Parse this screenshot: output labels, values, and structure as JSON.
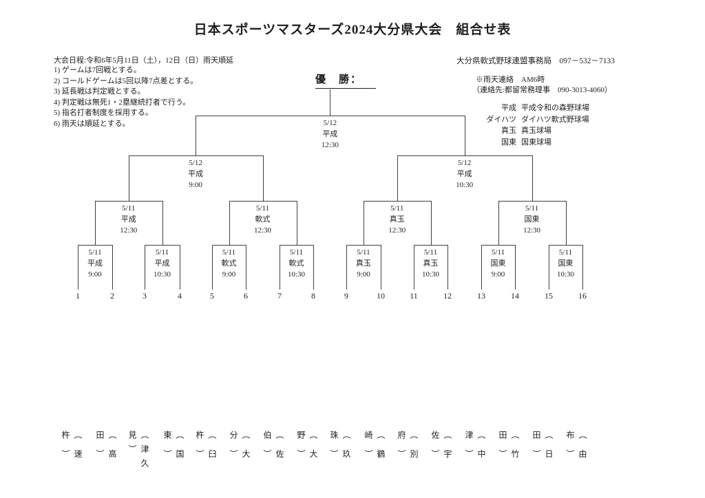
{
  "title": "日本スポーツマスターズ2024大分県大会　組合せ表",
  "notes": {
    "schedule": "大会日程:令和6年5月11日（土），12日（日）雨天順延",
    "rules": [
      "1) ゲームは7回戦とする。",
      "2) コールドゲームは5回以降7点差とする。",
      "3) 延長戦は判定戦とする。",
      "4) 判定戦は無死1・2塁継続打者で行う。",
      "5) 指名打者制度を採用する。",
      "6) 雨天は順延とする。"
    ]
  },
  "contact": {
    "office": "大分県軟式野球連盟事務局　097－532－7133",
    "rain_notice": "※雨天連絡　AM6時",
    "rain_contact": "（連絡先:都留常務理事　090-3013-4060）"
  },
  "winner_label": "優　勝：",
  "venues": [
    {
      "code": "平成",
      "name": "平成令和の森野球場"
    },
    {
      "code": "ダイハツ",
      "name": "ダイハツ軟式野球場"
    },
    {
      "code": "真玉",
      "name": "真玉球場"
    },
    {
      "code": "国東",
      "name": "国東球場"
    }
  ],
  "bracket": {
    "final": {
      "date": "5/12",
      "venue": "平成",
      "time": "12:30"
    },
    "semifinals": [
      {
        "date": "5/12",
        "venue": "平成",
        "time": "9:00"
      },
      {
        "date": "5/12",
        "venue": "平成",
        "time": "10:30"
      }
    ],
    "quarterfinals": [
      {
        "date": "5/11",
        "venue": "平成",
        "time": "12:30"
      },
      {
        "date": "5/11",
        "venue": "軟式",
        "time": "12:30"
      },
      {
        "date": "5/11",
        "venue": "真玉",
        "time": "12:30"
      },
      {
        "date": "5/11",
        "venue": "国東",
        "time": "12:30"
      }
    ],
    "round1": [
      {
        "date": "5/11",
        "venue": "平成",
        "time": "9:00"
      },
      {
        "date": "5/11",
        "venue": "平成",
        "time": "10:30"
      },
      {
        "date": "5/11",
        "venue": "軟式",
        "time": "9:00"
      },
      {
        "date": "5/11",
        "venue": "軟式",
        "time": "10:30"
      },
      {
        "date": "5/11",
        "venue": "真玉",
        "time": "9:00"
      },
      {
        "date": "5/11",
        "venue": "真玉",
        "time": "10:30"
      },
      {
        "date": "5/11",
        "venue": "国東",
        "time": "9:00"
      },
      {
        "date": "5/11",
        "venue": "国東",
        "time": "10:30"
      }
    ],
    "seeds": [
      "1",
      "2",
      "3",
      "4",
      "5",
      "6",
      "7",
      "8",
      "9",
      "10",
      "11",
      "12",
      "13",
      "14",
      "15",
      "16"
    ],
    "teams": [
      "速杵",
      "高田",
      "津久見",
      "国東",
      "臼杵",
      "大分",
      "佐伯",
      "大野",
      "玖珠",
      "鶴崎",
      "別府",
      "宇佐",
      "中津",
      "竹田",
      "日田",
      "由布"
    ]
  },
  "colors": {
    "line": "#3f3f3f",
    "text": "#1e1e1e"
  }
}
